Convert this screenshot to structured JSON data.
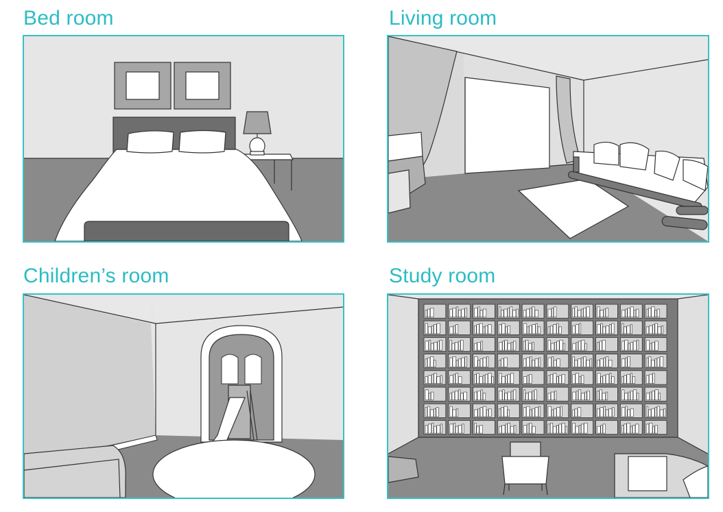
{
  "panels": {
    "bedroom": {
      "title": "Bed room"
    },
    "living": {
      "title": "Living room"
    },
    "children": {
      "title": "Children’s room"
    },
    "study": {
      "title": "Study room"
    }
  },
  "colors": {
    "title": "#2bbcc3",
    "frame_border": "#37c0c8",
    "wall": "#e6e6e6",
    "floor": "#8a8a8a",
    "outline": "#333333",
    "white": "#ffffff",
    "dark_furniture": "#6a6a6a"
  }
}
